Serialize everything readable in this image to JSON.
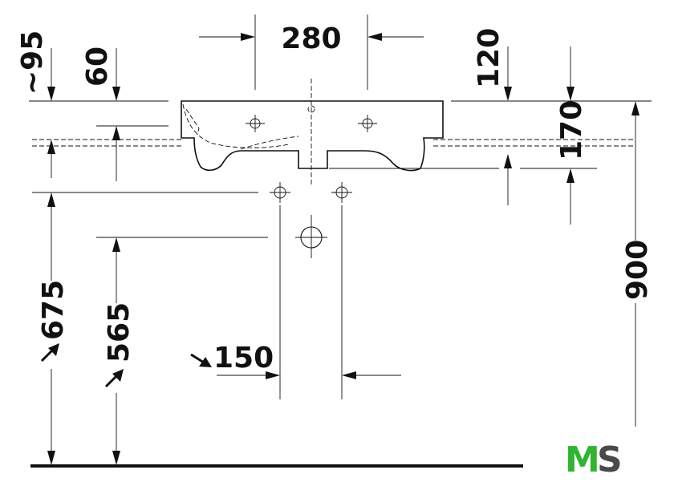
{
  "dimensions": {
    "d280": "280",
    "d95": "~95",
    "d60": "60",
    "d120": "120",
    "d170": "170",
    "d675": "675",
    "d565": "565",
    "d150": "150",
    "d900": "900"
  },
  "logo": {
    "m": "M",
    "s": "S",
    "m_color": "#2fb52f",
    "s_color": "#4a4a4a"
  }
}
